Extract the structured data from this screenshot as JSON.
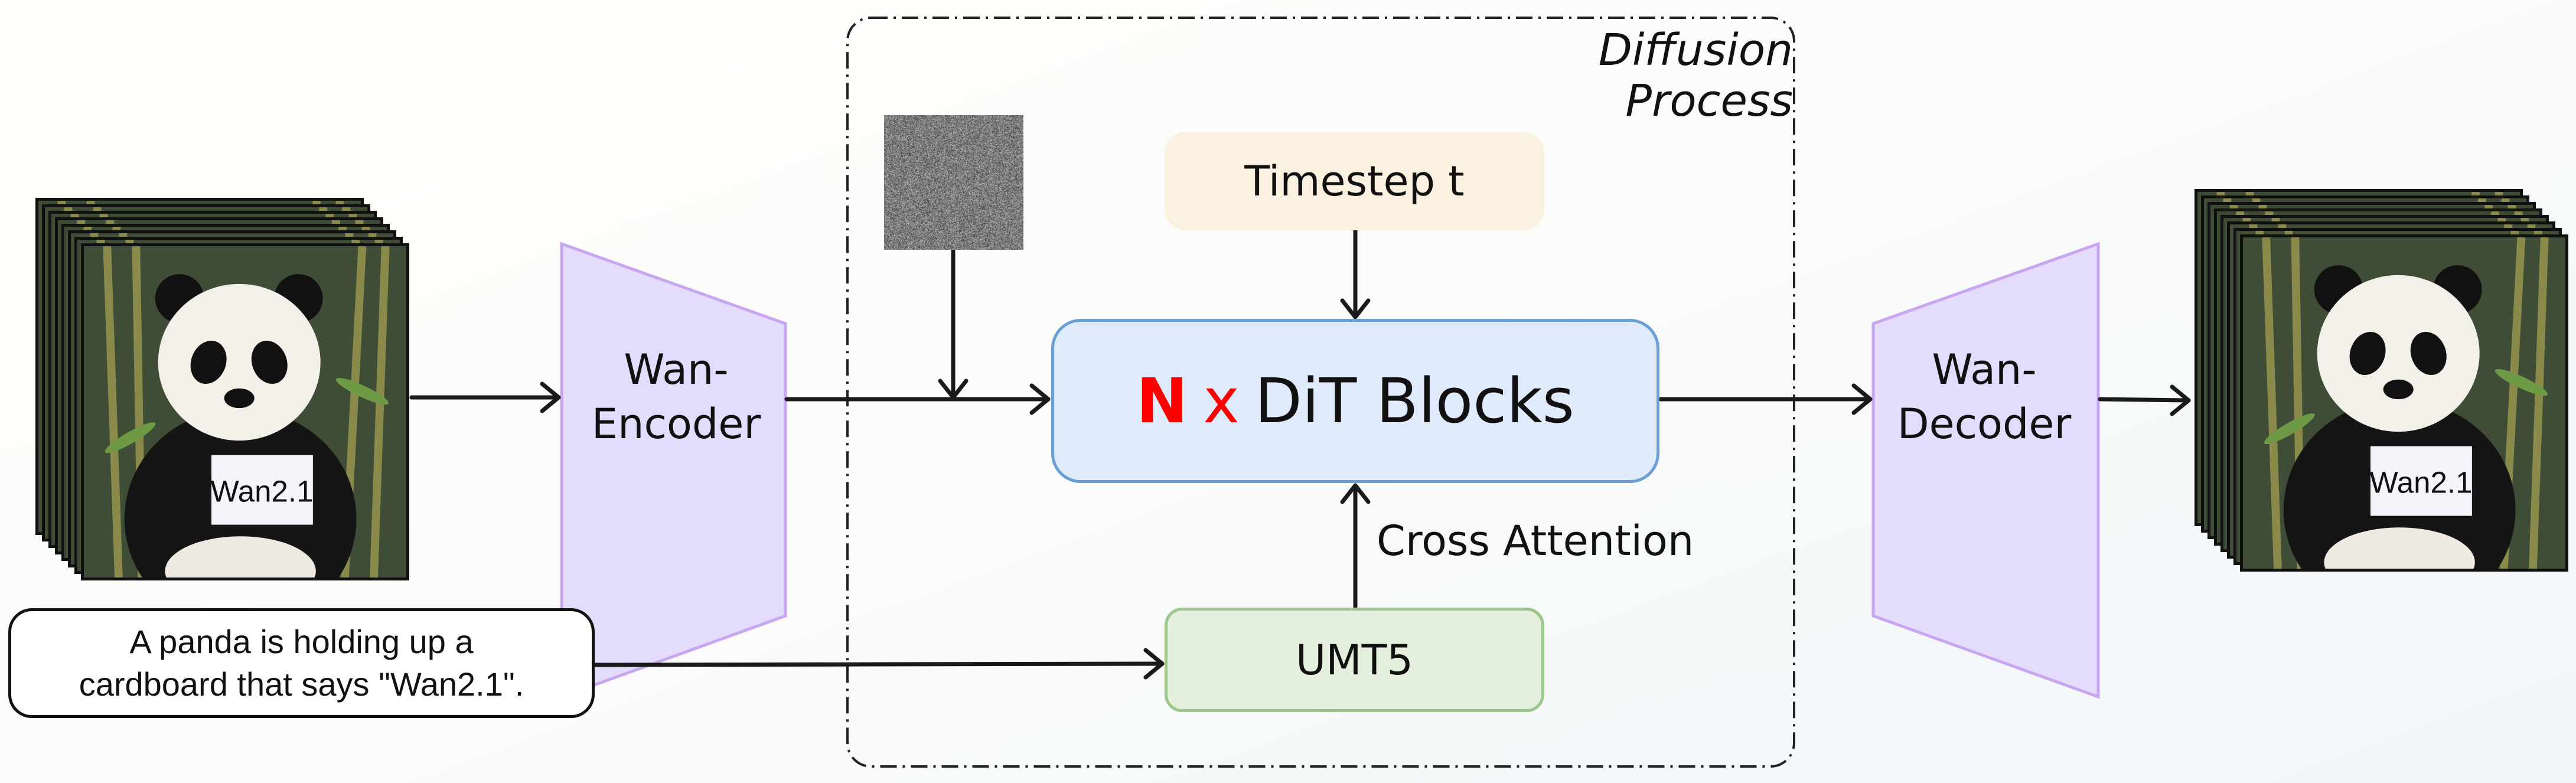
{
  "diffusion_process": {
    "title": "Diffusion Process"
  },
  "timestep": {
    "label": "Timestep t"
  },
  "dit": {
    "n": "N",
    "x": "x",
    "label": "DiT Blocks"
  },
  "cross_attention": {
    "label": "Cross Attention"
  },
  "umt5": {
    "label": "UMT5"
  },
  "encoder": {
    "line1": "Wan-",
    "line2": "Encoder"
  },
  "decoder": {
    "line1": "Wan-",
    "line2": "Decoder"
  },
  "prompt": {
    "line1": "A panda is holding up a",
    "line2": "cardboard that says \"Wan2.1\"."
  },
  "video_frames": {
    "sign_text": "Wan2.1",
    "frame_count": 8
  },
  "colors": {
    "timestep_fill": "#faf1e0",
    "dit_fill": "#dfeafa",
    "dit_border": "#6b9fd3",
    "umt5_fill": "#e4efdd",
    "umt5_border": "#9cc68b",
    "coder_fill": "#e4dcfc",
    "coder_border": "#c9a6f2",
    "accent_red": "#ff0000"
  }
}
